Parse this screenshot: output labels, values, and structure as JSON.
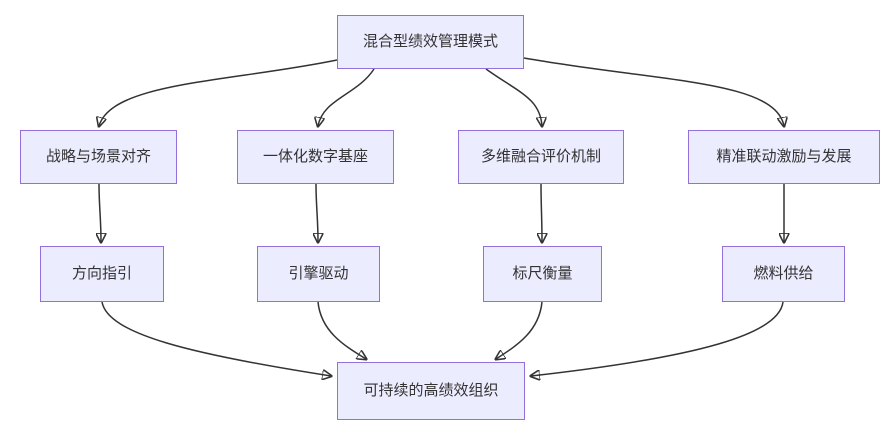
{
  "diagram": {
    "type": "flowchart",
    "colors": {
      "node_fill": "#ECECFF",
      "node_border": "#9370DB",
      "edge": "#333333",
      "text": "#333333",
      "background": "#ffffff"
    },
    "nodes": {
      "root": {
        "label": "混合型绩效管理模式"
      },
      "pillar_strategy": {
        "label": "战略与场景对齐"
      },
      "pillar_digital": {
        "label": "一体化数字基座"
      },
      "pillar_evaluation": {
        "label": "多维融合评价机制"
      },
      "pillar_incentive": {
        "label": "精准联动激励与发展"
      },
      "role_direction": {
        "label": "方向指引"
      },
      "role_engine": {
        "label": "引擎驱动"
      },
      "role_ruler": {
        "label": "标尺衡量"
      },
      "role_fuel": {
        "label": "燃料供给"
      },
      "outcome": {
        "label": "可持续的高绩效组织"
      }
    },
    "edges": [
      {
        "from": "root",
        "to": "pillar_strategy"
      },
      {
        "from": "root",
        "to": "pillar_digital"
      },
      {
        "from": "root",
        "to": "pillar_evaluation"
      },
      {
        "from": "root",
        "to": "pillar_incentive"
      },
      {
        "from": "pillar_strategy",
        "to": "role_direction"
      },
      {
        "from": "pillar_digital",
        "to": "role_engine"
      },
      {
        "from": "pillar_evaluation",
        "to": "role_ruler"
      },
      {
        "from": "pillar_incentive",
        "to": "role_fuel"
      },
      {
        "from": "role_direction",
        "to": "outcome"
      },
      {
        "from": "role_engine",
        "to": "outcome"
      },
      {
        "from": "role_ruler",
        "to": "outcome"
      },
      {
        "from": "role_fuel",
        "to": "outcome"
      }
    ]
  }
}
